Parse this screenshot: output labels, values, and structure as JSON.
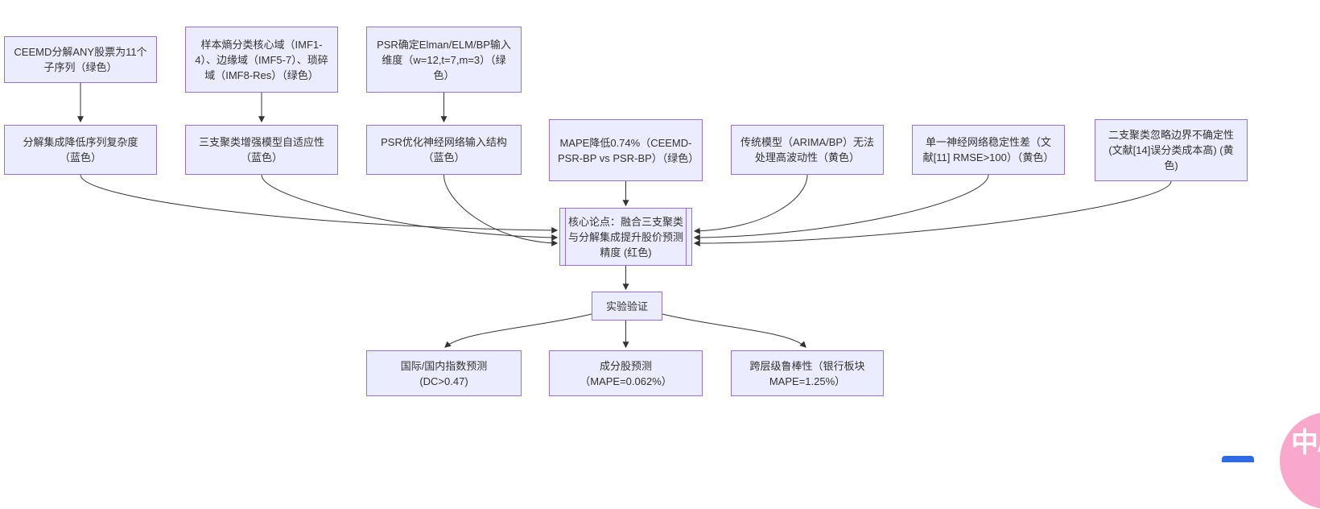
{
  "diagram": {
    "nodes": [
      {
        "id": "A",
        "label": "CEEMD分解ANY股票为11个子序列（绿色）",
        "shape": "rect"
      },
      {
        "id": "B",
        "label": "样本熵分类核心域（IMF1-4）、边缘域（IMF5-7）、琐碎域（IMF8-Res）（绿色）",
        "shape": "rect"
      },
      {
        "id": "C",
        "label": "PSR确定Elman/ELM/BP输入维度（w=12,t=7,m=3）（绿色）",
        "shape": "rect"
      },
      {
        "id": "D",
        "label": "分解集成降低序列复杂度（蓝色）",
        "shape": "rect"
      },
      {
        "id": "E",
        "label": "三支聚类增强模型自适应性（蓝色）",
        "shape": "rect"
      },
      {
        "id": "F",
        "label": "PSR优化神经网络输入结构（蓝色）",
        "shape": "rect"
      },
      {
        "id": "G",
        "label": "MAPE降低0.74%（CEEMD-PSR-BP vs PSR-BP）（绿色）",
        "shape": "rect"
      },
      {
        "id": "H",
        "label": "传统模型（ARIMA/BP）无法处理高波动性（黄色）",
        "shape": "rect"
      },
      {
        "id": "I",
        "label": "单一神经网络稳定性差（文献[11] RMSE>100）（黄色）",
        "shape": "rect"
      },
      {
        "id": "J",
        "label": "二支聚类忽略边界不确定性 (文献[14]误分类成本高) (黄色)",
        "shape": "rect"
      },
      {
        "id": "CORE",
        "label": "核心论点：融合三支聚类与分解集成提升股价预测精度 (红色)",
        "shape": "subroutine"
      },
      {
        "id": "V",
        "label": "实验验证",
        "shape": "rect"
      },
      {
        "id": "K",
        "label": "国际/国内指数预测 (DC>0.47)",
        "shape": "rect"
      },
      {
        "id": "L2",
        "label": "成分股预测（MAPE=0.062%）",
        "shape": "rect"
      },
      {
        "id": "M",
        "label": "跨层级鲁棒性（银行板块 MAPE=1.25%）",
        "shape": "rect"
      }
    ],
    "edges": [
      {
        "from": "A",
        "to": "D"
      },
      {
        "from": "B",
        "to": "E"
      },
      {
        "from": "C",
        "to": "F"
      },
      {
        "from": "D",
        "to": "CORE"
      },
      {
        "from": "E",
        "to": "CORE"
      },
      {
        "from": "F",
        "to": "CORE"
      },
      {
        "from": "G",
        "to": "CORE"
      },
      {
        "from": "H",
        "to": "CORE"
      },
      {
        "from": "I",
        "to": "CORE"
      },
      {
        "from": "J",
        "to": "CORE"
      },
      {
        "from": "CORE",
        "to": "V"
      },
      {
        "from": "V",
        "to": "K"
      },
      {
        "from": "V",
        "to": "L2"
      },
      {
        "from": "V",
        "to": "M"
      }
    ],
    "colors": {
      "node_fill": "#ECECFF",
      "node_border": "#9370DB",
      "edge": "#333333",
      "text": "#333333"
    }
  },
  "watermark": {
    "label": "中A",
    "color": "#f8a8cb"
  }
}
